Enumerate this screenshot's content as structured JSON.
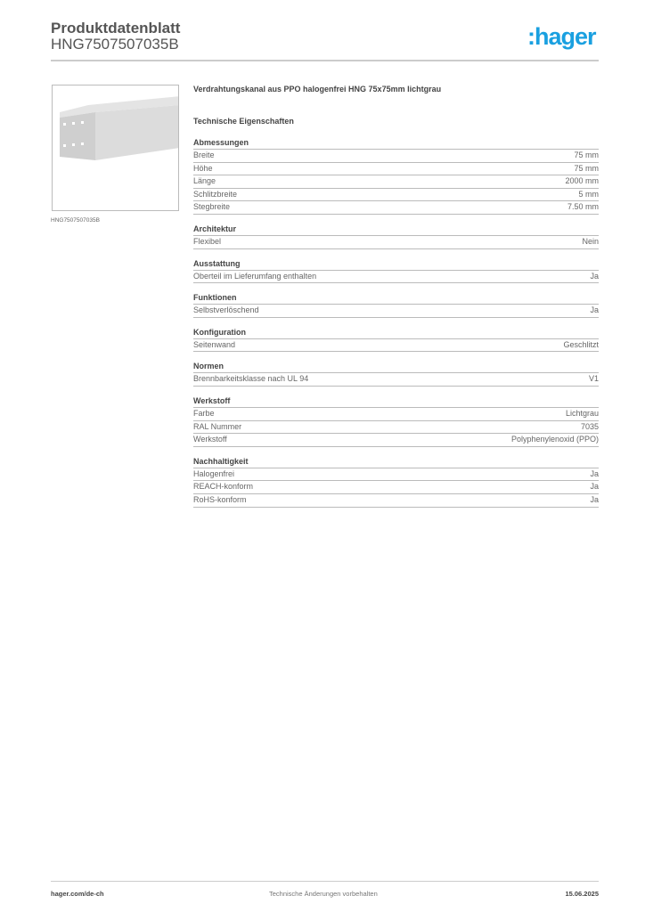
{
  "header": {
    "title": "Produktdatenblatt",
    "code": "HNG7507507035B",
    "logo": ":hager",
    "brand_color": "#1aa0e0"
  },
  "product": {
    "image_caption": "HNG7507507035B",
    "description": "Verdrahtungskanal aus PPO halogenfrei HNG 75x75mm lichtgrau",
    "tech_heading": "Technische Eigenschaften"
  },
  "sections": [
    {
      "title": "Abmessungen",
      "rows": [
        {
          "label": "Breite",
          "value": "75 mm"
        },
        {
          "label": "Höhe",
          "value": "75 mm"
        },
        {
          "label": "Länge",
          "value": "2000 mm"
        },
        {
          "label": "Schlitzbreite",
          "value": "5 mm"
        },
        {
          "label": "Stegbreite",
          "value": "7.50 mm"
        }
      ]
    },
    {
      "title": "Architektur",
      "rows": [
        {
          "label": "Flexibel",
          "value": "Nein"
        }
      ]
    },
    {
      "title": "Ausstattung",
      "rows": [
        {
          "label": "Oberteil im Lieferumfang enthalten",
          "value": "Ja"
        }
      ]
    },
    {
      "title": "Funktionen",
      "rows": [
        {
          "label": "Selbstverlöschend",
          "value": "Ja"
        }
      ]
    },
    {
      "title": "Konfiguration",
      "rows": [
        {
          "label": "Seitenwand",
          "value": "Geschlitzt"
        }
      ]
    },
    {
      "title": "Normen",
      "rows": [
        {
          "label": "Brennbarkeitsklasse nach UL 94",
          "value": "V1"
        }
      ]
    },
    {
      "title": "Werkstoff",
      "rows": [
        {
          "label": "Farbe",
          "value": "Lichtgrau"
        },
        {
          "label": "RAL Nummer",
          "value": "7035"
        },
        {
          "label": "Werkstoff",
          "value": "Polyphenylenoxid (PPO)"
        }
      ]
    },
    {
      "title": "Nachhaltigkeit",
      "rows": [
        {
          "label": "Halogenfrei",
          "value": "Ja"
        },
        {
          "label": "REACH-konform",
          "value": "Ja"
        },
        {
          "label": "RoHS-konform",
          "value": "Ja"
        }
      ]
    }
  ],
  "footer": {
    "website": "hager.com/de-ch",
    "notice": "Technische Änderungen vorbehalten",
    "date": "15.06.2025"
  }
}
